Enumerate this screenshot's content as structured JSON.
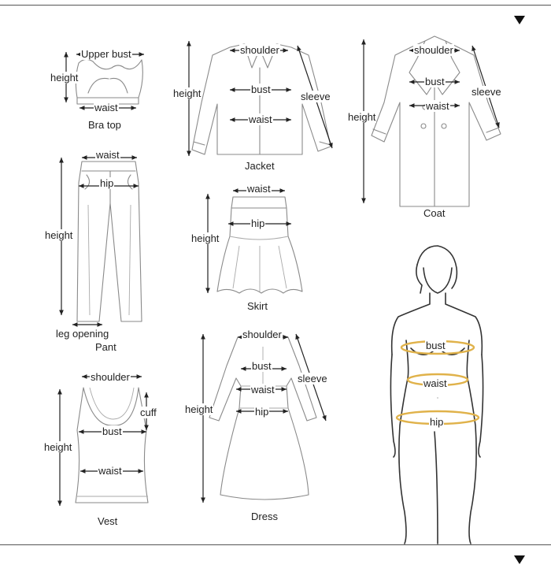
{
  "labels": {
    "bra_top": {
      "upper_bust": "Upper bust",
      "height": "height",
      "waist": "waist",
      "caption": "Bra top"
    },
    "jacket": {
      "shoulder": "shoulder",
      "height": "height",
      "bust": "bust",
      "waist": "waist",
      "sleeve": "sleeve",
      "caption": "Jacket"
    },
    "coat": {
      "shoulder": "shoulder",
      "bust": "bust",
      "waist": "waist",
      "height": "height",
      "sleeve": "sleeve",
      "caption": "Coat"
    },
    "pant": {
      "waist": "waist",
      "hip": "hip",
      "height": "height",
      "leg_opening": "leg opening",
      "caption": "Pant"
    },
    "skirt": {
      "waist": "waist",
      "hip": "hip",
      "height": "height",
      "caption": "Skirt"
    },
    "vest": {
      "shoulder": "shoulder",
      "cuff": "cuff",
      "bust": "bust",
      "height": "height",
      "waist": "waist",
      "caption": "Vest"
    },
    "dress": {
      "shoulder": "shoulder",
      "bust": "bust",
      "sleeve": "sleeve",
      "waist": "waist",
      "height": "height",
      "hip": "hip",
      "caption": "Dress"
    },
    "body": {
      "bust": "bust",
      "waist": "waist",
      "hip": "hip"
    }
  },
  "colors": {
    "tape": "#e0b24a",
    "rule": "#555555",
    "garment_outline": "#8a8a8a",
    "arrow": "#222222"
  },
  "icons": {
    "top_marker": "triangle-down-icon",
    "bottom_marker": "triangle-down-icon"
  }
}
